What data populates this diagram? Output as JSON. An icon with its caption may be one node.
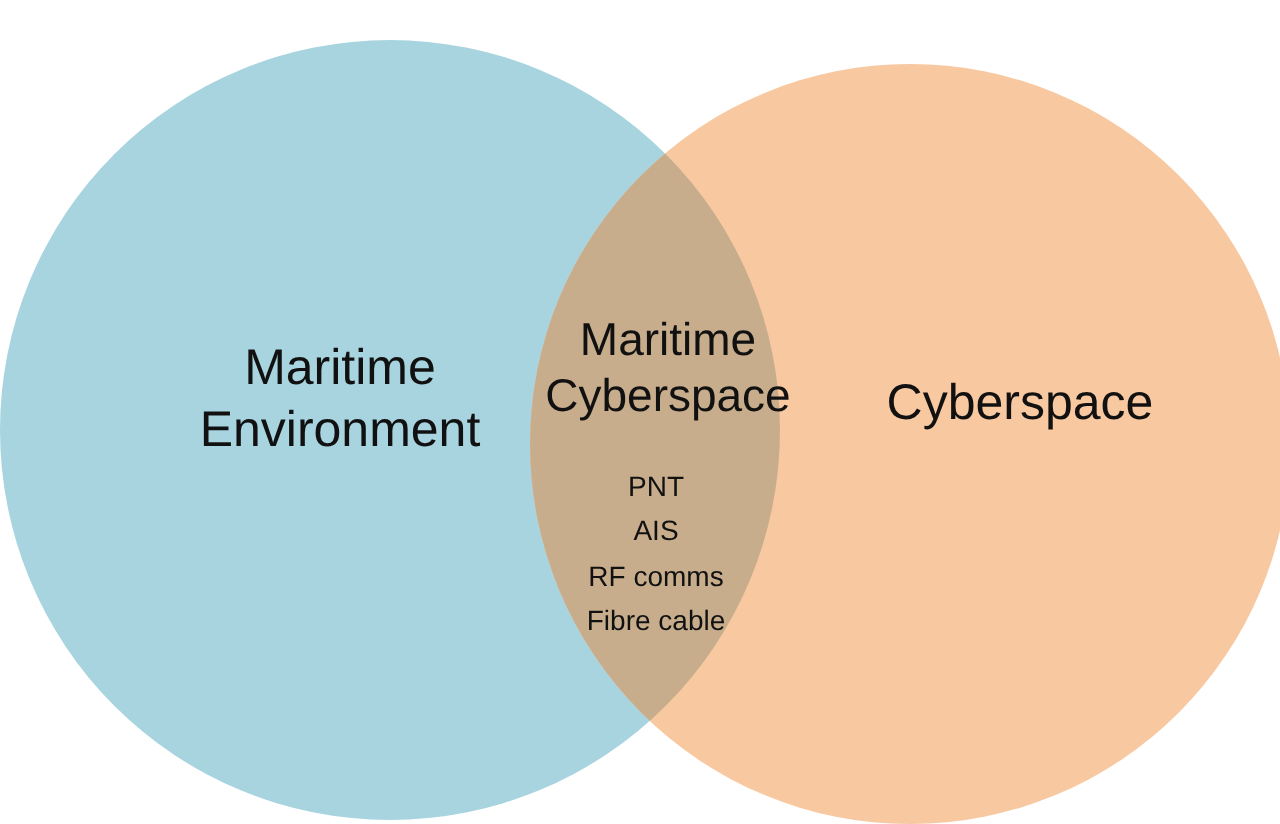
{
  "diagram": {
    "nodes": [
      {
        "text": [
          "Maritime Environment"
        ]
      },
      {
        "text": [
          "Cyberspace"
        ]
      },
      {
        "text": [
          "Maritime Cyberspace",
          "PNT",
          "AIS",
          "RF comms",
          "Fibre cable"
        ]
      }
    ],
    "edges": []
  }
}
